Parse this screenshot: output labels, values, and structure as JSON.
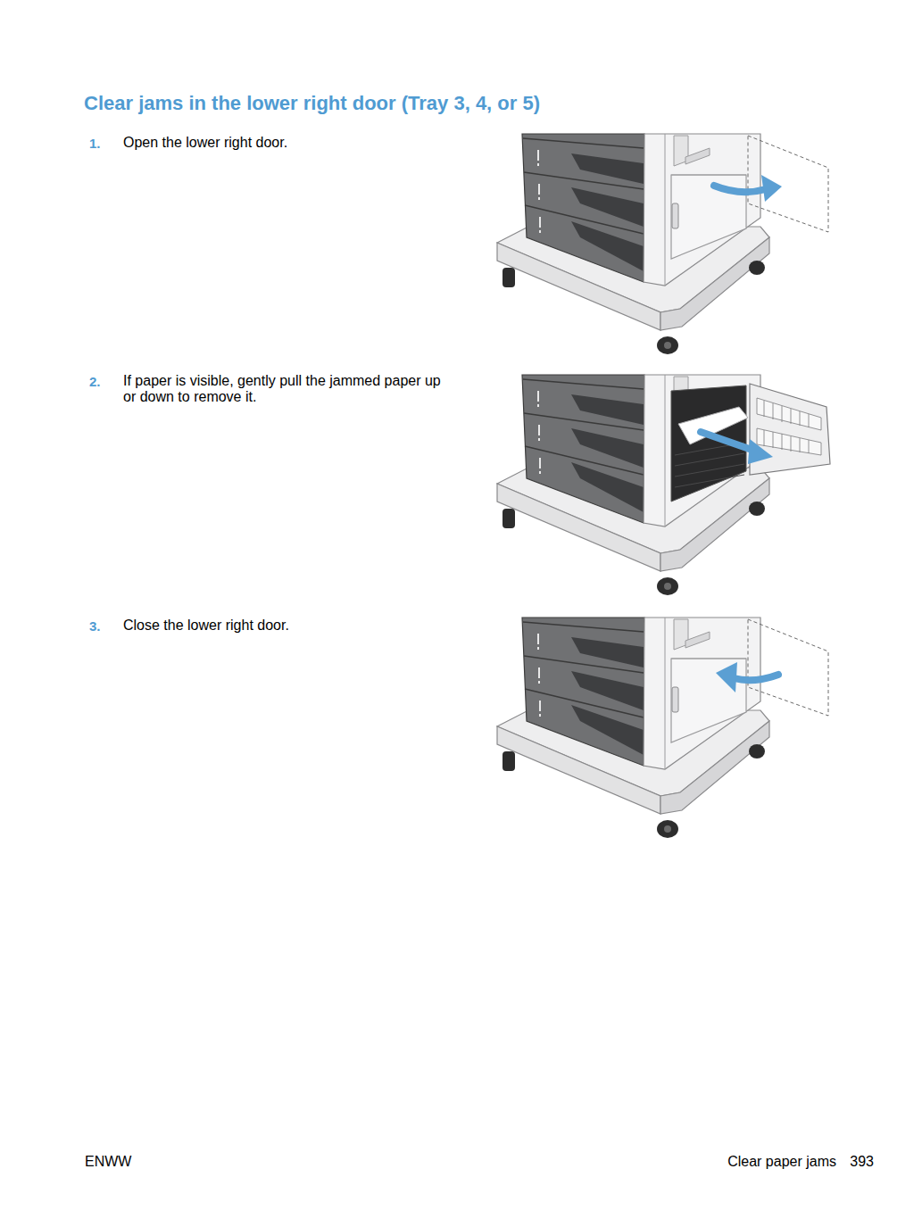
{
  "diagram": {
    "title": "Clear jams in the lower right door (Tray 3, 4, or 5)",
    "labels": [
      "1.",
      "Open the lower right door.",
      "2.",
      "If paper is visible, gently pull the jammed paper up or down to remove it.",
      "3.",
      "Close the lower right door.",
      "ENWW",
      "Clear paper jams",
      "393"
    ]
  }
}
